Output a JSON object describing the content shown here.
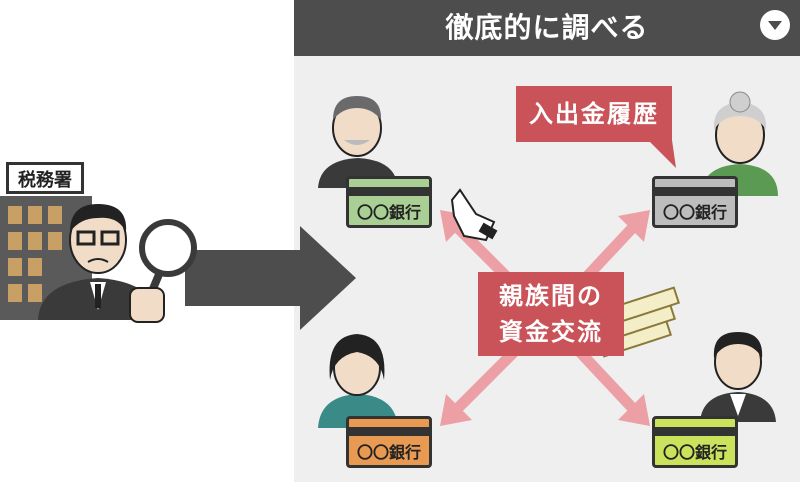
{
  "header": {
    "title": "徹底的に調べる"
  },
  "labels": {
    "tax_office": "税務署",
    "bank_history": "入出金履歴",
    "exchange_line1": "親族間の",
    "exchange_line2": "資金交流"
  },
  "cards": [
    {
      "id": "top-left",
      "bank": "〇〇銀行",
      "color": "#a9cf94"
    },
    {
      "id": "top-right",
      "bank": "〇〇銀行",
      "color": "#bdbdbd"
    },
    {
      "id": "bottom-left",
      "bank": "〇〇銀行",
      "color": "#e89a52"
    },
    {
      "id": "bottom-right",
      "bank": "〇〇銀行",
      "color": "#cbe35c"
    }
  ],
  "colors": {
    "header": "#4d4d4d",
    "panel": "#efefef",
    "tag": "#c95358",
    "arrow": "#ec9fa4",
    "big_arrow": "#4d4d4d"
  }
}
